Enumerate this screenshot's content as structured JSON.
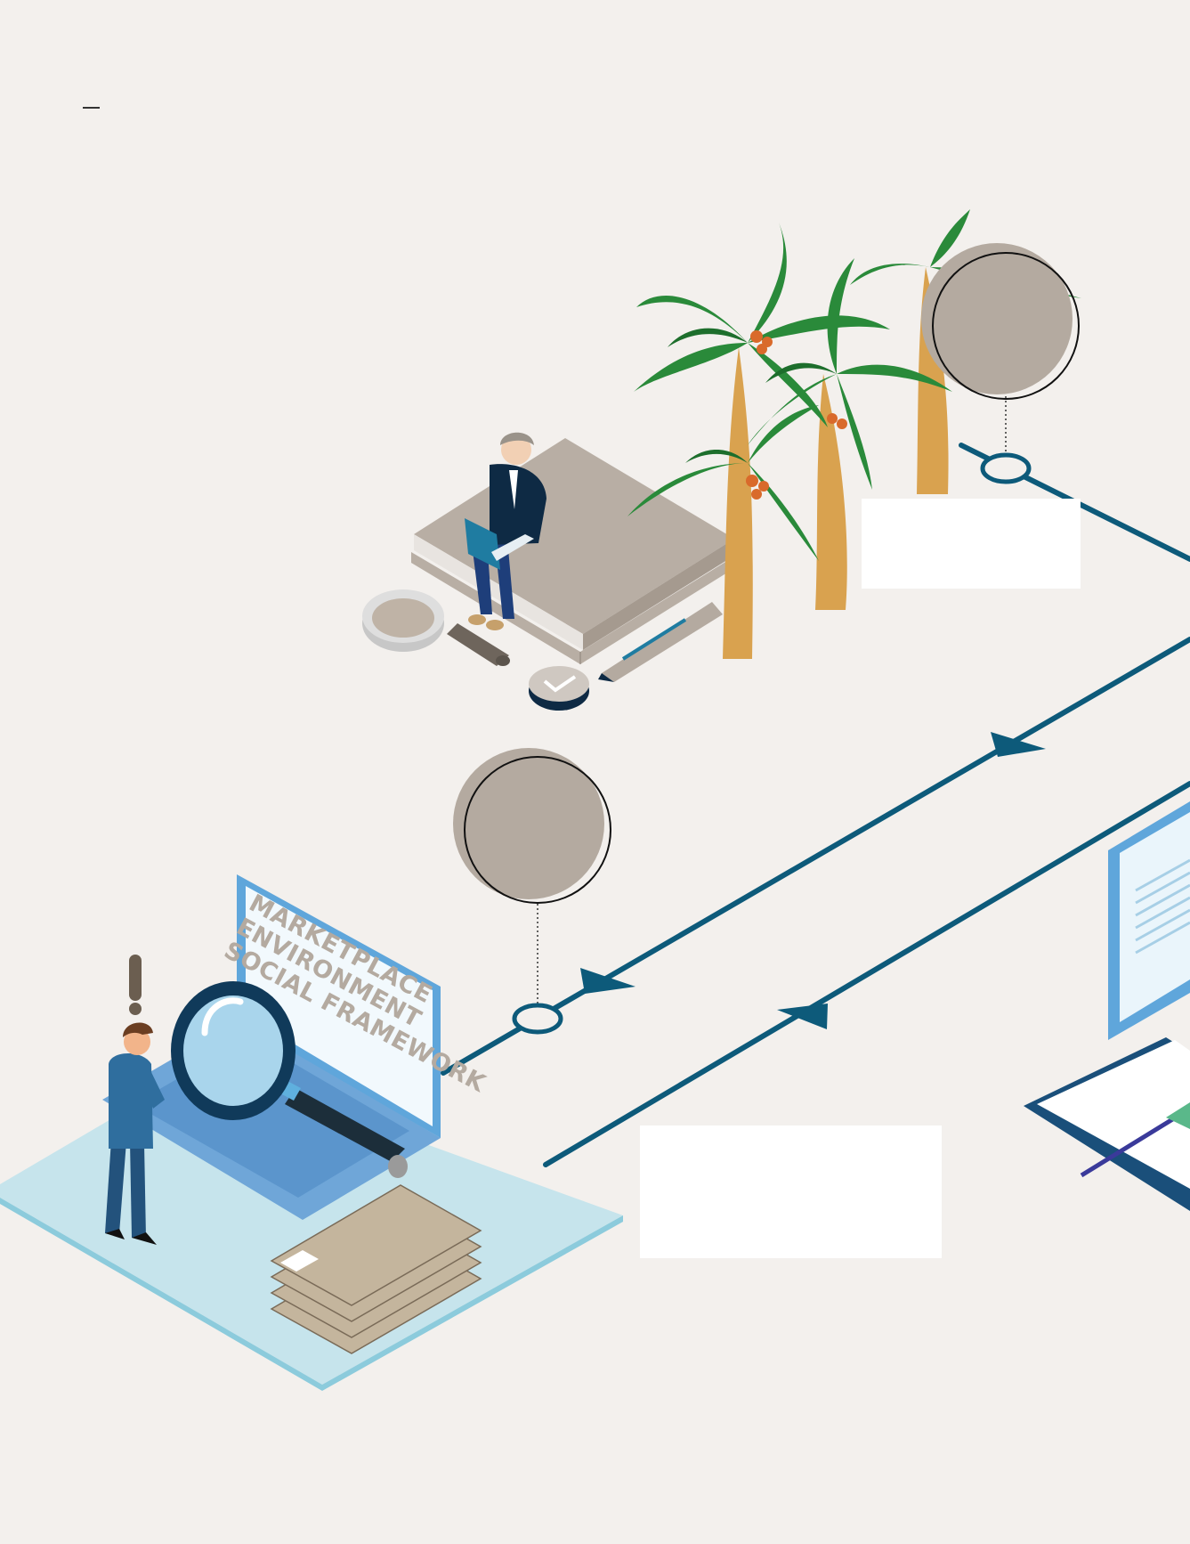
{
  "laptop_screen": {
    "line1": "MARKETPLACE",
    "line2": "ENVIRONMENT",
    "line3": "SOCIAL FRAMEWORK"
  },
  "colors": {
    "background": "#f3f0ed",
    "path_line": "#0d5a7a",
    "circle_fill": "#b4aaa0",
    "palm_leaf": "#2a8a3a",
    "palm_trunk": "#d9a24f",
    "book": "#b4aaa0",
    "platform": "#c6e4ec",
    "laptop_frame": "#5fa6db",
    "folder": "#c4b59d",
    "text_box": "#ffffff"
  },
  "icons": [
    "exclamation-icon",
    "magnifier-icon",
    "palm-tree-icon",
    "book-icon",
    "laptop-icon",
    "folder-icon",
    "clock-icon",
    "pen-icon",
    "monitor-icon",
    "notebook-icon"
  ]
}
